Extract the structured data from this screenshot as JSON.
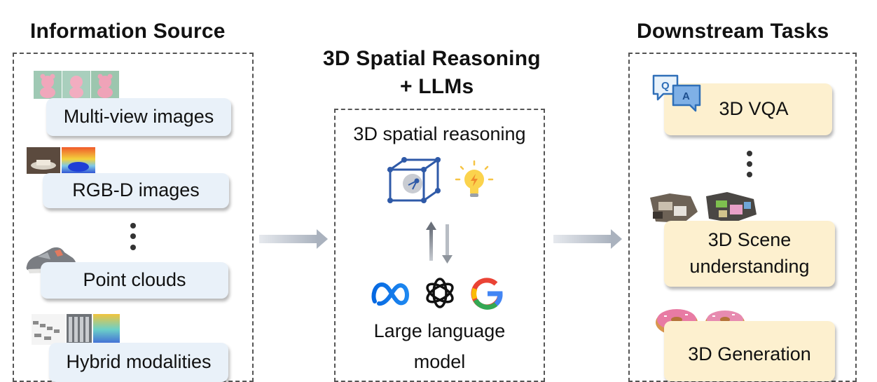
{
  "left": {
    "title": "Information Source",
    "items": [
      {
        "label": "Multi-view images"
      },
      {
        "label": "RGB-D images"
      },
      {
        "label": "Point clouds"
      },
      {
        "label": "Hybrid modalities"
      }
    ]
  },
  "middle": {
    "title_line1": "3D Spatial Reasoning",
    "title_line2": "+ LLMs",
    "reasoning_label": "3D spatial reasoning",
    "llm_label_line1": "Large language",
    "llm_label_line2": "model"
  },
  "right": {
    "title": "Downstream Tasks",
    "items": [
      {
        "label": "3D VQA"
      },
      {
        "label_line1": "3D Scene",
        "label_line2": "understanding"
      },
      {
        "label": "3D Generation"
      }
    ]
  },
  "colors": {
    "source_box": "#e9f1f9",
    "task_box": "#fdf0cf",
    "arrow": "#b8c0cc"
  }
}
